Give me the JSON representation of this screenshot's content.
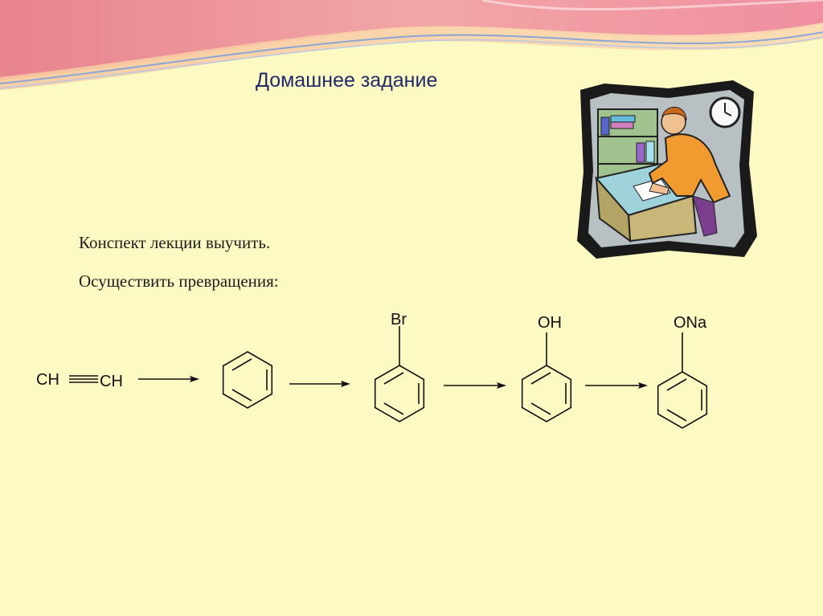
{
  "slide": {
    "title": "Домашнее задание",
    "tasks": [
      "Конспект лекции выучить.",
      "Осуществить превращения:"
    ]
  },
  "scheme": {
    "start_left": "CH",
    "start_right": "CH",
    "substituents": [
      "Br",
      "OH",
      "ONa"
    ]
  },
  "clipart": {
    "icon": "student-doing-homework-icon"
  }
}
